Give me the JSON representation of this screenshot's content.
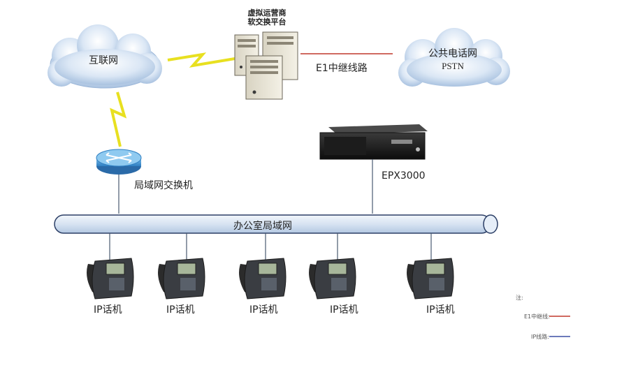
{
  "nodes": {
    "internet": "互联网",
    "pstn_line1": "公共电话网",
    "pstn_line2": "PSTN",
    "softswitch_line1": "虚拟运营商",
    "softswitch_line2": "软交换平台",
    "switch": "局域网交换机",
    "epx": "EPX3000",
    "lan": "办公室局域网"
  },
  "links": {
    "e1_trunk": "E1中继线路"
  },
  "phones": [
    "IP话机",
    "IP话机",
    "IP话机",
    "IP话机",
    "IP话机"
  ],
  "legend": {
    "title": "注:",
    "e1": "E1中继线:",
    "ip": "IP线路:",
    "e1_color": "#c0392b",
    "ip_color": "#3b4ea3"
  }
}
